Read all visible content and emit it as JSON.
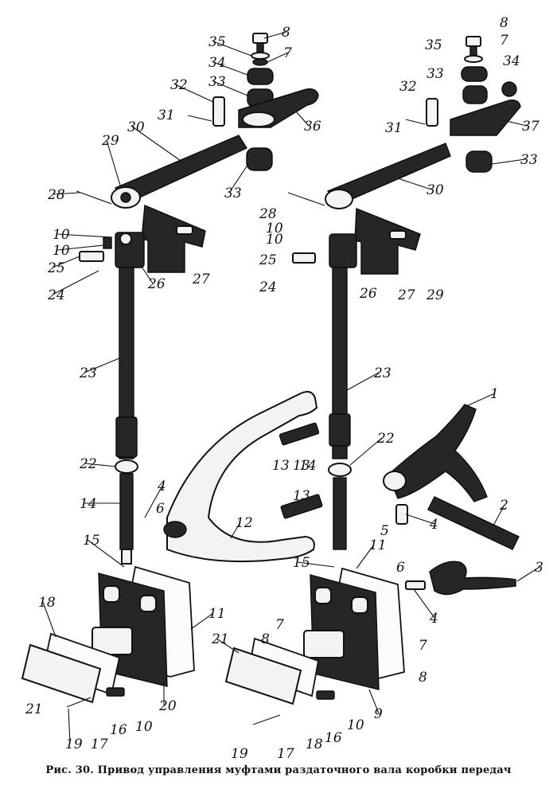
{
  "caption": "Рис. 30. Привод управления муфтами раздаточного вала коробки передач",
  "callouts": [
    {
      "text": "8"
    },
    {
      "text": "35"
    },
    {
      "text": "7"
    },
    {
      "text": "34"
    },
    {
      "text": "33"
    },
    {
      "text": "32"
    },
    {
      "text": "31"
    },
    {
      "text": "36"
    },
    {
      "text": "29"
    },
    {
      "text": "30"
    },
    {
      "text": "33"
    },
    {
      "text": "28"
    },
    {
      "text": "10"
    },
    {
      "text": "10"
    },
    {
      "text": "25"
    },
    {
      "text": "24"
    },
    {
      "text": "26"
    },
    {
      "text": "27"
    },
    {
      "text": "23"
    },
    {
      "text": "22"
    },
    {
      "text": "14"
    },
    {
      "text": "4"
    },
    {
      "text": "6"
    },
    {
      "text": "15"
    },
    {
      "text": "12"
    },
    {
      "text": "13"
    },
    {
      "text": "11"
    },
    {
      "text": "18"
    },
    {
      "text": "21"
    },
    {
      "text": "20"
    },
    {
      "text": "10"
    },
    {
      "text": "16"
    },
    {
      "text": "17"
    },
    {
      "text": "19"
    },
    {
      "text": "8"
    },
    {
      "text": "7"
    },
    {
      "text": "35"
    },
    {
      "text": "34"
    },
    {
      "text": "33"
    },
    {
      "text": "32"
    },
    {
      "text": "31"
    },
    {
      "text": "37"
    },
    {
      "text": "33"
    },
    {
      "text": "30"
    },
    {
      "text": "28"
    },
    {
      "text": "10"
    },
    {
      "text": "10"
    },
    {
      "text": "25"
    },
    {
      "text": "24"
    },
    {
      "text": "26"
    },
    {
      "text": "27"
    },
    {
      "text": "29"
    },
    {
      "text": "23"
    },
    {
      "text": "13"
    },
    {
      "text": "14"
    },
    {
      "text": "22"
    },
    {
      "text": "13"
    },
    {
      "text": "1"
    },
    {
      "text": "2"
    },
    {
      "text": "5"
    },
    {
      "text": "4"
    },
    {
      "text": "11"
    },
    {
      "text": "15"
    },
    {
      "text": "6"
    },
    {
      "text": "3"
    },
    {
      "text": "4"
    },
    {
      "text": "21"
    },
    {
      "text": "8"
    },
    {
      "text": "7"
    },
    {
      "text": "7"
    },
    {
      "text": "8"
    },
    {
      "text": "9"
    },
    {
      "text": "10"
    },
    {
      "text": "16"
    },
    {
      "text": "18"
    },
    {
      "text": "17"
    },
    {
      "text": "19"
    }
  ]
}
